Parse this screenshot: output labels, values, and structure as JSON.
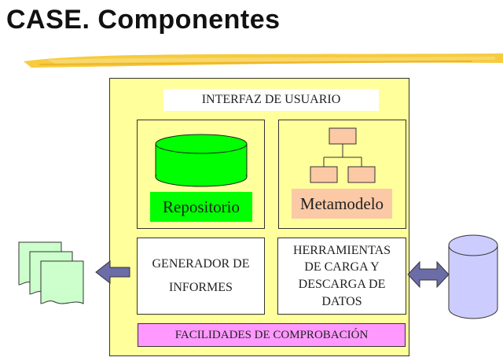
{
  "title": "CASE. Componentes",
  "diagram": {
    "interface_label": "INTERFAZ DE USUARIO",
    "repository_label": "Repositorio",
    "metamodel_label": "Metamodelo",
    "report_generator_lines": [
      "GENERADOR DE",
      "INFORMES"
    ],
    "load_tools_lines": [
      "HERRAMIENTAS",
      "DE CARGA Y",
      "DESCARGA DE",
      "DATOS"
    ],
    "verification_label": "FACILIDADES DE COMPROBACIÓN"
  },
  "colors": {
    "container": "#ffff9c",
    "repository": "#00ff00",
    "metamodel": "#fbc9a6",
    "verification": "#ff99ff",
    "documents": "#ccffcc",
    "database": "#ccccff",
    "arrows": "#6c6ca8",
    "title_underline": "#f5c21b"
  },
  "icons": [
    "documents-icon",
    "database-icon",
    "hierarchy-icon",
    "cylinder-icon",
    "arrow-left-icon",
    "double-arrow-icon"
  ]
}
